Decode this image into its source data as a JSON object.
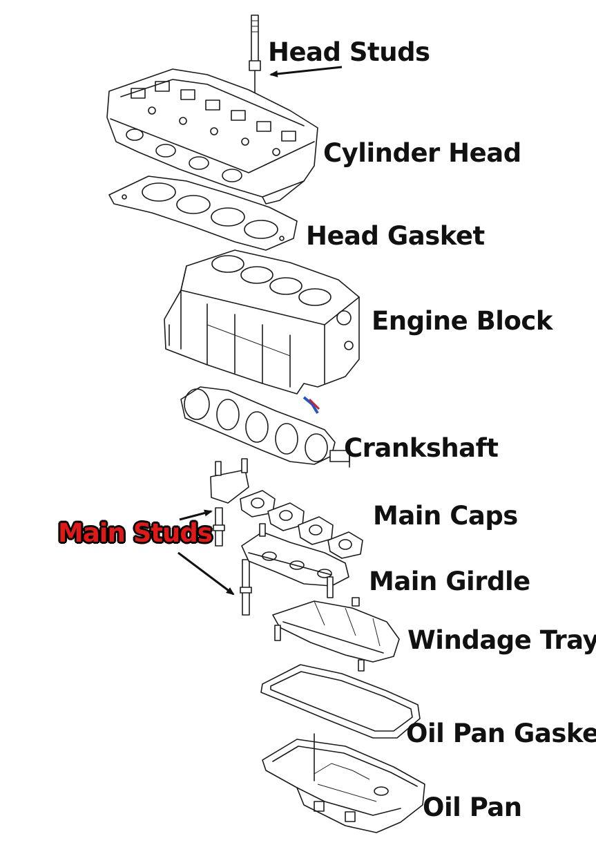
{
  "labels": {
    "head_studs": "Head Studs",
    "cylinder_head": "Cylinder Head",
    "head_gasket": "Head Gasket",
    "engine_block": "Engine Block",
    "crankshaft": "Crankshaft",
    "main_caps": "Main Caps",
    "main_studs": "Main Studs",
    "main_girdle": "Main Girdle",
    "windage_tray": "Windage Tray",
    "oil_pan_gasket": "Oil Pan Gasket",
    "oil_pan": "Oil Pan"
  },
  "colors": {
    "label_text": "#111111",
    "highlight_label": "#e01818",
    "line_art": "#1a1a1a",
    "background": "#ffffff"
  }
}
